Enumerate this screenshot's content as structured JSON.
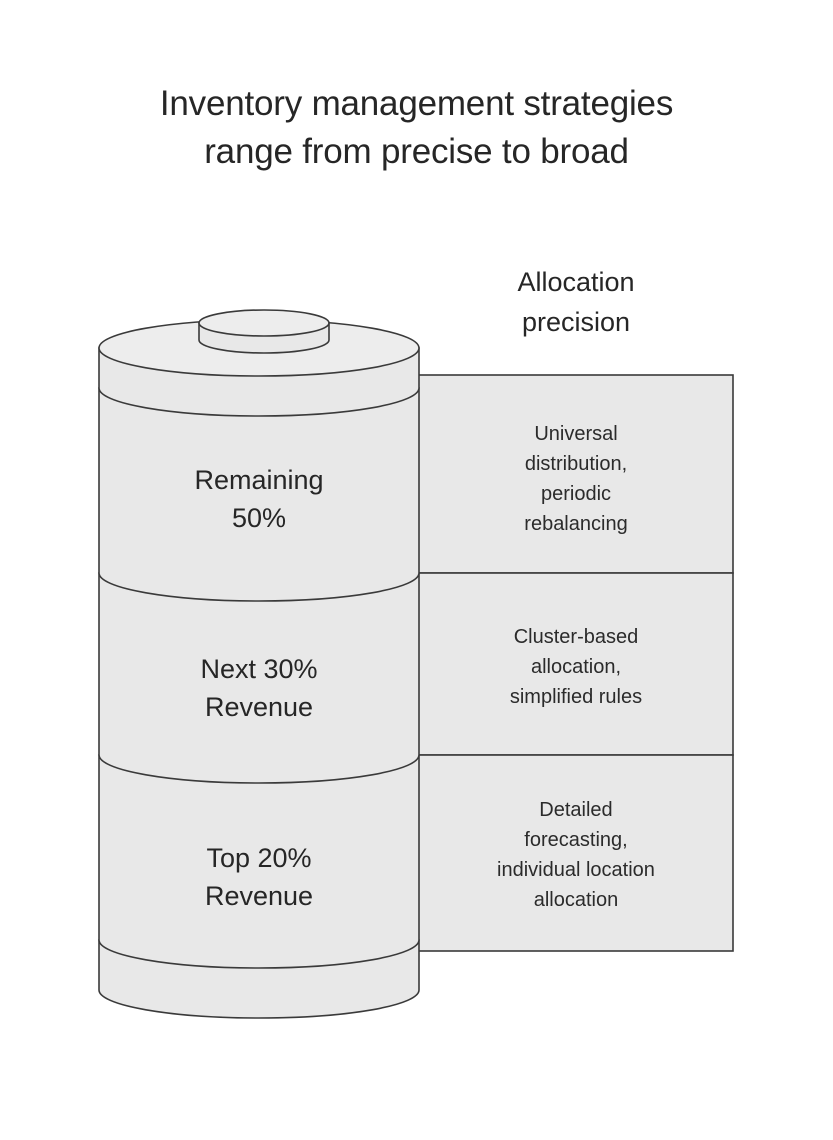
{
  "title": {
    "line1": "Inventory management strategies",
    "line2": "range from precise to broad"
  },
  "column_header": {
    "line1": "Allocation",
    "line2": "precision"
  },
  "colors": {
    "fill": "#e8e8e8",
    "stroke": "#3a3a3a",
    "text": "#262626",
    "background": "#ffffff"
  },
  "chart_data": {
    "type": "funnel",
    "title": "Inventory management strategies range from precise to broad",
    "shape": "stacked-cylinder",
    "column_header": "Allocation precision",
    "segments": [
      {
        "label_line1": "Remaining",
        "label_line2": "50%",
        "value": 50,
        "unit": "%",
        "description_lines": [
          "Universal",
          "distribution,",
          "periodic",
          "rebalancing"
        ],
        "description": "Universal distribution, periodic rebalancing"
      },
      {
        "label_line1": "Next 30%",
        "label_line2": "Revenue",
        "value": 30,
        "unit": "%",
        "description_lines": [
          "Cluster-based",
          "allocation,",
          "simplified rules"
        ],
        "description": "Cluster-based allocation, simplified rules"
      },
      {
        "label_line1": "Top 20%",
        "label_line2": "Revenue",
        "value": 20,
        "unit": "%",
        "description_lines": [
          "Detailed",
          "forecasting,",
          "individual location",
          "allocation"
        ],
        "description": "Detailed forecasting, individual location allocation"
      }
    ]
  }
}
